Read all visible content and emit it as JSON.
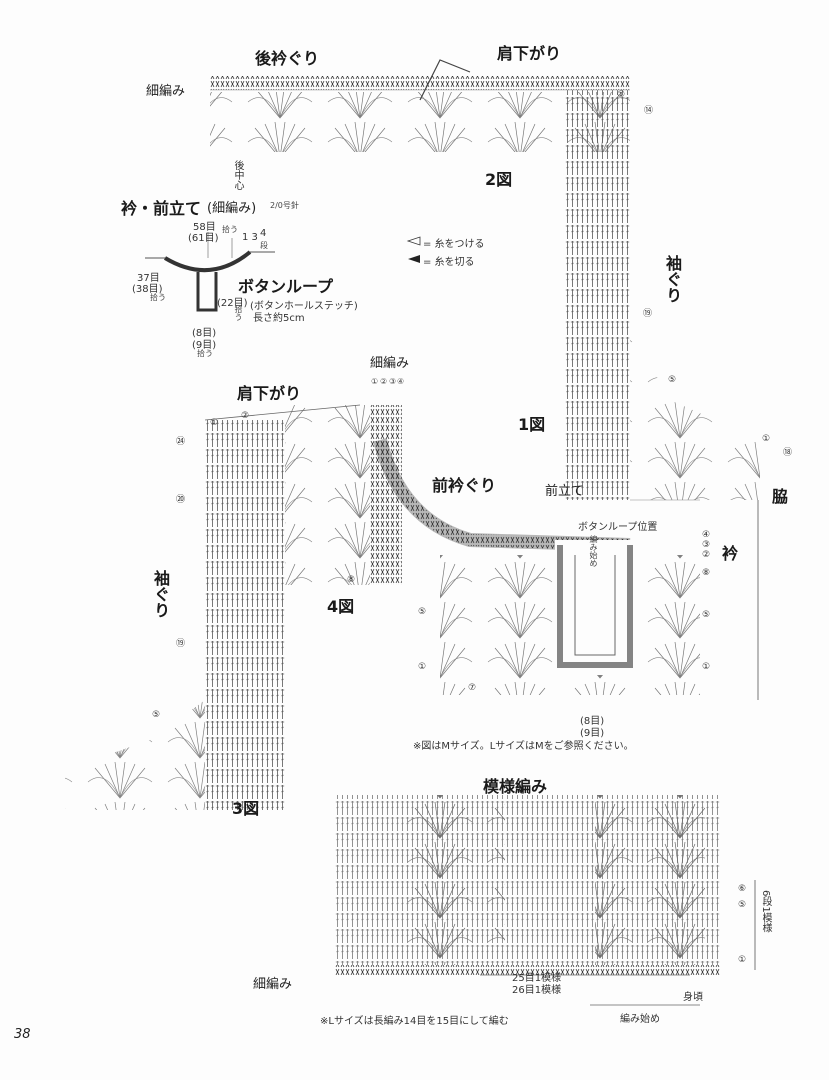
{
  "page_number": "38",
  "labels": {
    "back_neckline": "後衿ぐり",
    "shoulder_top": "肩下がり",
    "single_crochet_1": "細編み",
    "fig2": "2図",
    "armhole_right": "袖ぐり",
    "collar_title": "衿・前立て",
    "collar_sub": "(細編み)",
    "hook": "2/0号針",
    "pick_58": "58目",
    "pick_61": "(61目)",
    "pick_word": "拾う",
    "rows_13": "1 3",
    "rows_4": "4",
    "rows_word": "段",
    "pick_37": "37目",
    "pick_38": "(38目)",
    "pick_word2": "拾う",
    "button_loop": "ボタンループ",
    "buttonhole_stitch": "(ボタンホールステッチ)",
    "length": "長さ約5cm",
    "pick_22": "(22目)",
    "pick_word3": "拾う",
    "pick_8": "(8目)",
    "pick_9": "(9目)",
    "pick_word4": "拾う",
    "back_center": "後中心",
    "legend_attach": "= 糸をつける",
    "legend_cut": "= 糸を切る",
    "single_crochet_2": "細編み",
    "shoulder_left": "肩下がり",
    "fig1": "1図",
    "front_neckline": "前衿ぐり",
    "front_band": "前立て",
    "armhole_left": "袖ぐり",
    "fig4": "4図",
    "button_loop_pos": "ボタンループ位置",
    "start_knit": "編み始め",
    "collar": "衿",
    "side": "脇",
    "pick_8b": "(8目)",
    "pick_9b": "(9目)",
    "note_size": "※図はMサイズ。LサイズはMをご参照ください。",
    "fig3": "3図",
    "pattern_title": "模様編み",
    "six_rows": "6段1模様",
    "single_crochet_3": "細編み",
    "rep_25": "25目1模様",
    "rep_26": "26目1模様",
    "body": "身頃",
    "start_knit2": "編み始め",
    "note_l": "※Lサイズは長編み14目を15目にして編む"
  },
  "row_markers": {
    "r1": "①",
    "r2": "②",
    "r3": "③",
    "r4": "④",
    "r5": "⑤",
    "r6": "⑥",
    "r7": "⑦",
    "r8": "⑧",
    "r14": "⑭",
    "r19": "⑲",
    "r20": "⑳",
    "r24": "㉔",
    "r18": "⑱"
  }
}
